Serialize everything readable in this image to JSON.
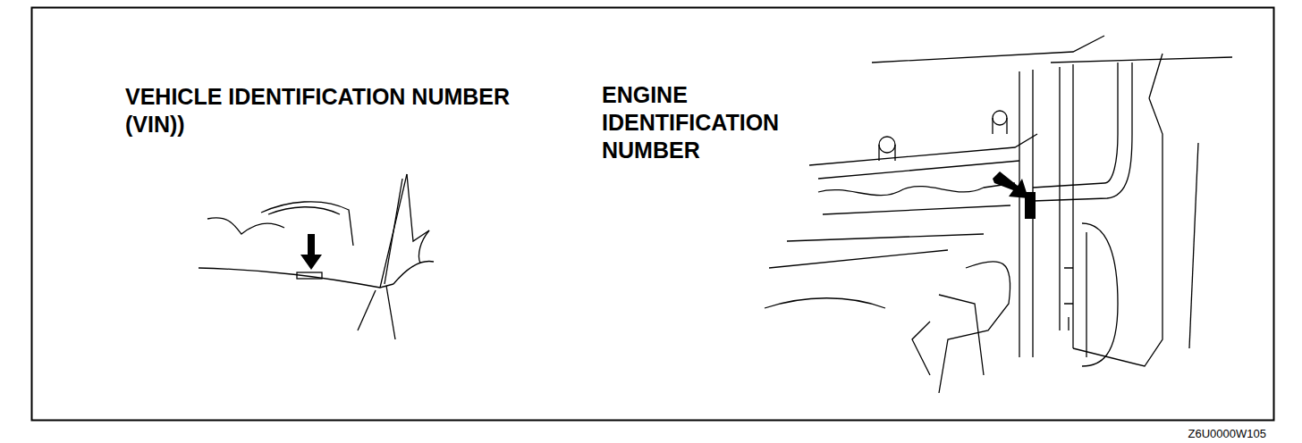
{
  "diagram": {
    "labels": [
      "VEHICLE IDENTIFICATION NUMBER (VIN))",
      "ENGINE IDENTIFICATION NUMBER",
      "Z6U0000W105"
    ]
  }
}
